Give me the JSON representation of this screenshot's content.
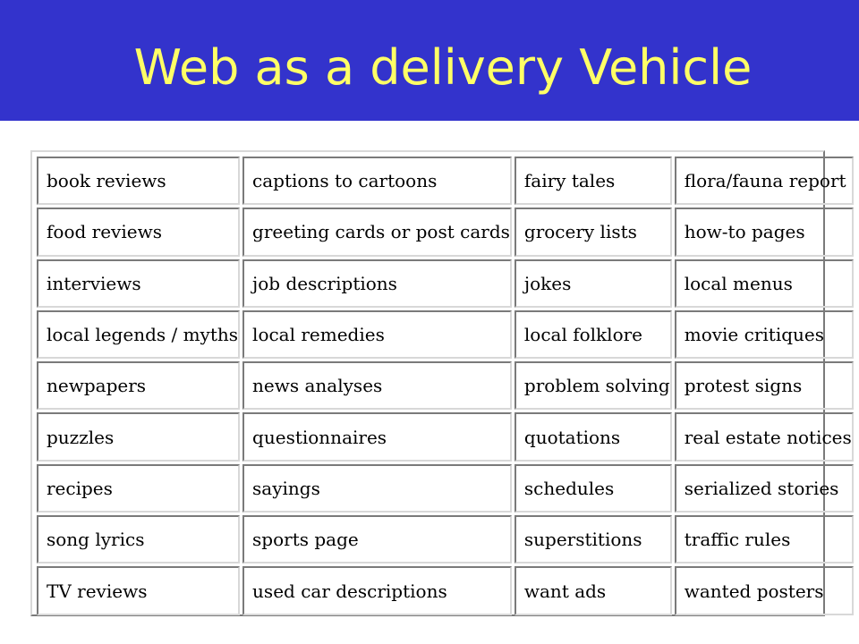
{
  "slide": {
    "title": "Web as a delivery Vehicle",
    "colors": {
      "title_bar": "#3333cc",
      "title_text": "#ffff66"
    }
  },
  "table": {
    "rows": [
      [
        "book reviews",
        "captions to cartoons",
        "fairy tales",
        "flora/fauna report"
      ],
      [
        "food reviews",
        "greeting cards or post cards",
        "grocery lists",
        "how-to pages"
      ],
      [
        "interviews",
        "job descriptions",
        "jokes",
        "local menus"
      ],
      [
        "local legends / myths",
        "local remedies",
        "local folklore",
        "movie critiques"
      ],
      [
        "newpapers",
        "news analyses",
        "problem solving",
        "protest signs"
      ],
      [
        "puzzles",
        "questionnaires",
        "quotations",
        "real estate notices"
      ],
      [
        "recipes",
        "sayings",
        "schedules",
        "serialized stories"
      ],
      [
        "song lyrics",
        "sports page",
        "superstitions",
        "traffic rules"
      ],
      [
        "TV reviews",
        "used car descriptions",
        "want ads",
        "wanted posters"
      ]
    ]
  }
}
